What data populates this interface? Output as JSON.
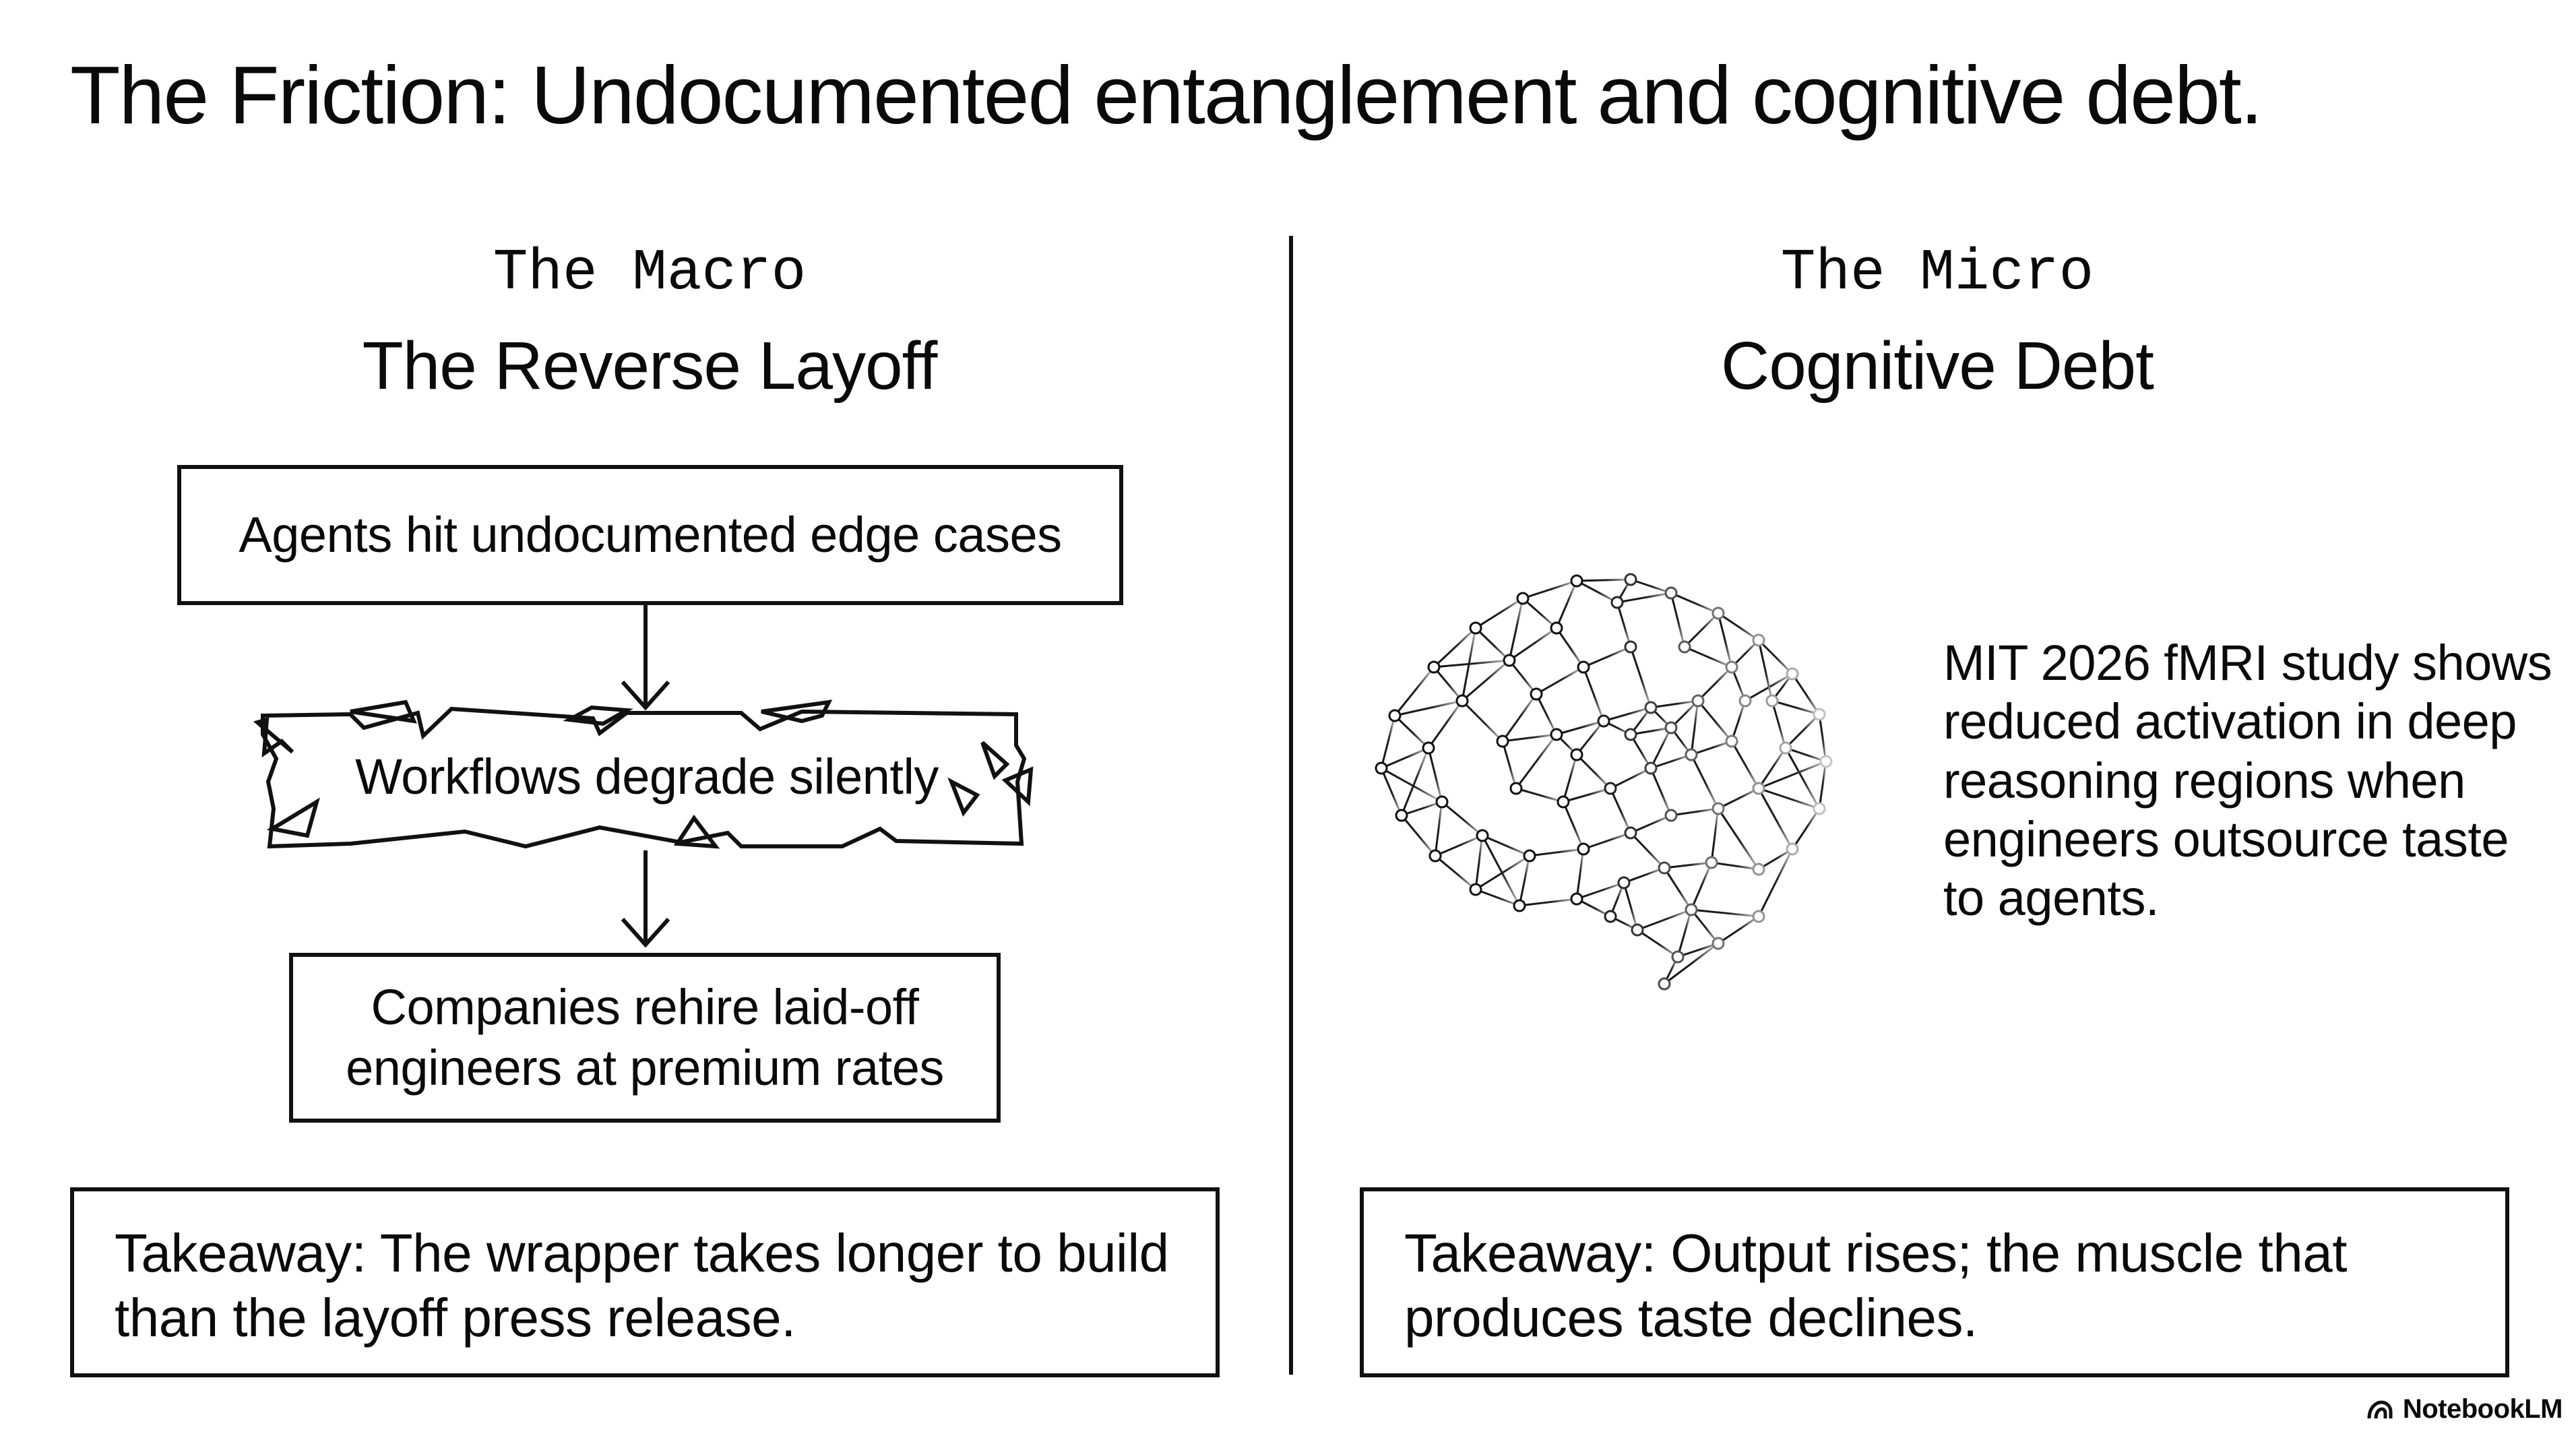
{
  "page": {
    "title": "The Friction: Undocumented entanglement and cognitive debt."
  },
  "macro": {
    "kicker": "The Macro",
    "heading": "The Reverse Layoff",
    "steps": [
      "Agents hit undocumented edge cases",
      "Workflows degrade silently",
      "Companies rehire laid-off engineers at premium rates"
    ],
    "takeaway": "Takeaway: The wrapper takes longer to build than the layoff press release."
  },
  "micro": {
    "kicker": "The Micro",
    "heading": "Cognitive Debt",
    "study": "MIT 2026 fMRI study shows reduced activation in deep reasoning regions when engineers outsource taste to agents.",
    "takeaway": "Takeaway: Output rises; the muscle that produces taste declines."
  },
  "brand": {
    "name": "NotebookLM",
    "icon": "notebooklm-logo-icon"
  }
}
